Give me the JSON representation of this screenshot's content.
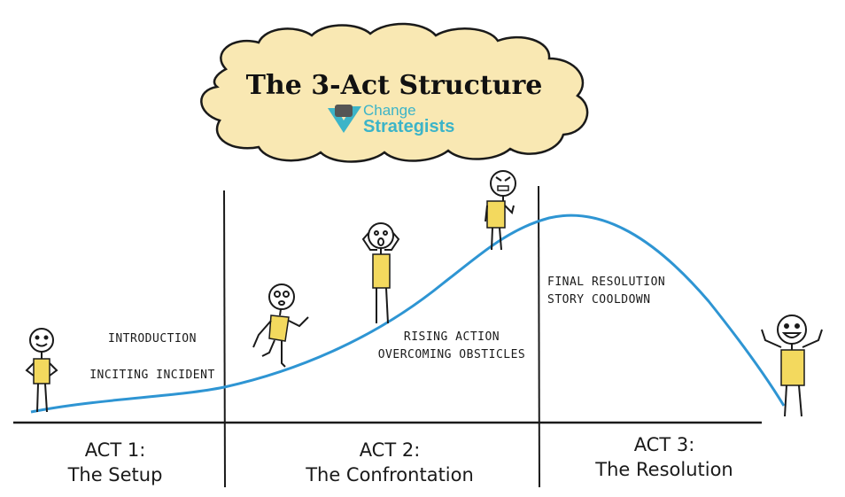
{
  "title": "The 3-Act Structure",
  "logo": {
    "line1": "Change",
    "line2": "Strategists"
  },
  "colors": {
    "curve": "#2e95d3",
    "cloud": "#f9e8b3",
    "shirt": "#f3d95e",
    "logo": "#3cb4c8"
  },
  "acts": [
    {
      "label": "ACT 1:",
      "subtitle": "The Setup"
    },
    {
      "label": "ACT 2:",
      "subtitle": "The Confrontation"
    },
    {
      "label": "ACT 3:",
      "subtitle": "The Resolution"
    }
  ],
  "notes": {
    "act1": [
      "INTRODUCTION",
      "INCITING INCIDENT"
    ],
    "act2": [
      "RISING ACTION",
      "OVERCOMING OBSTICLES"
    ],
    "act3": [
      "FINAL RESOLUTION",
      "STORY COOLDOWN"
    ]
  },
  "figures": [
    "calm-figure",
    "running-figure",
    "worried-figure",
    "angry-figure",
    "happy-figure"
  ]
}
